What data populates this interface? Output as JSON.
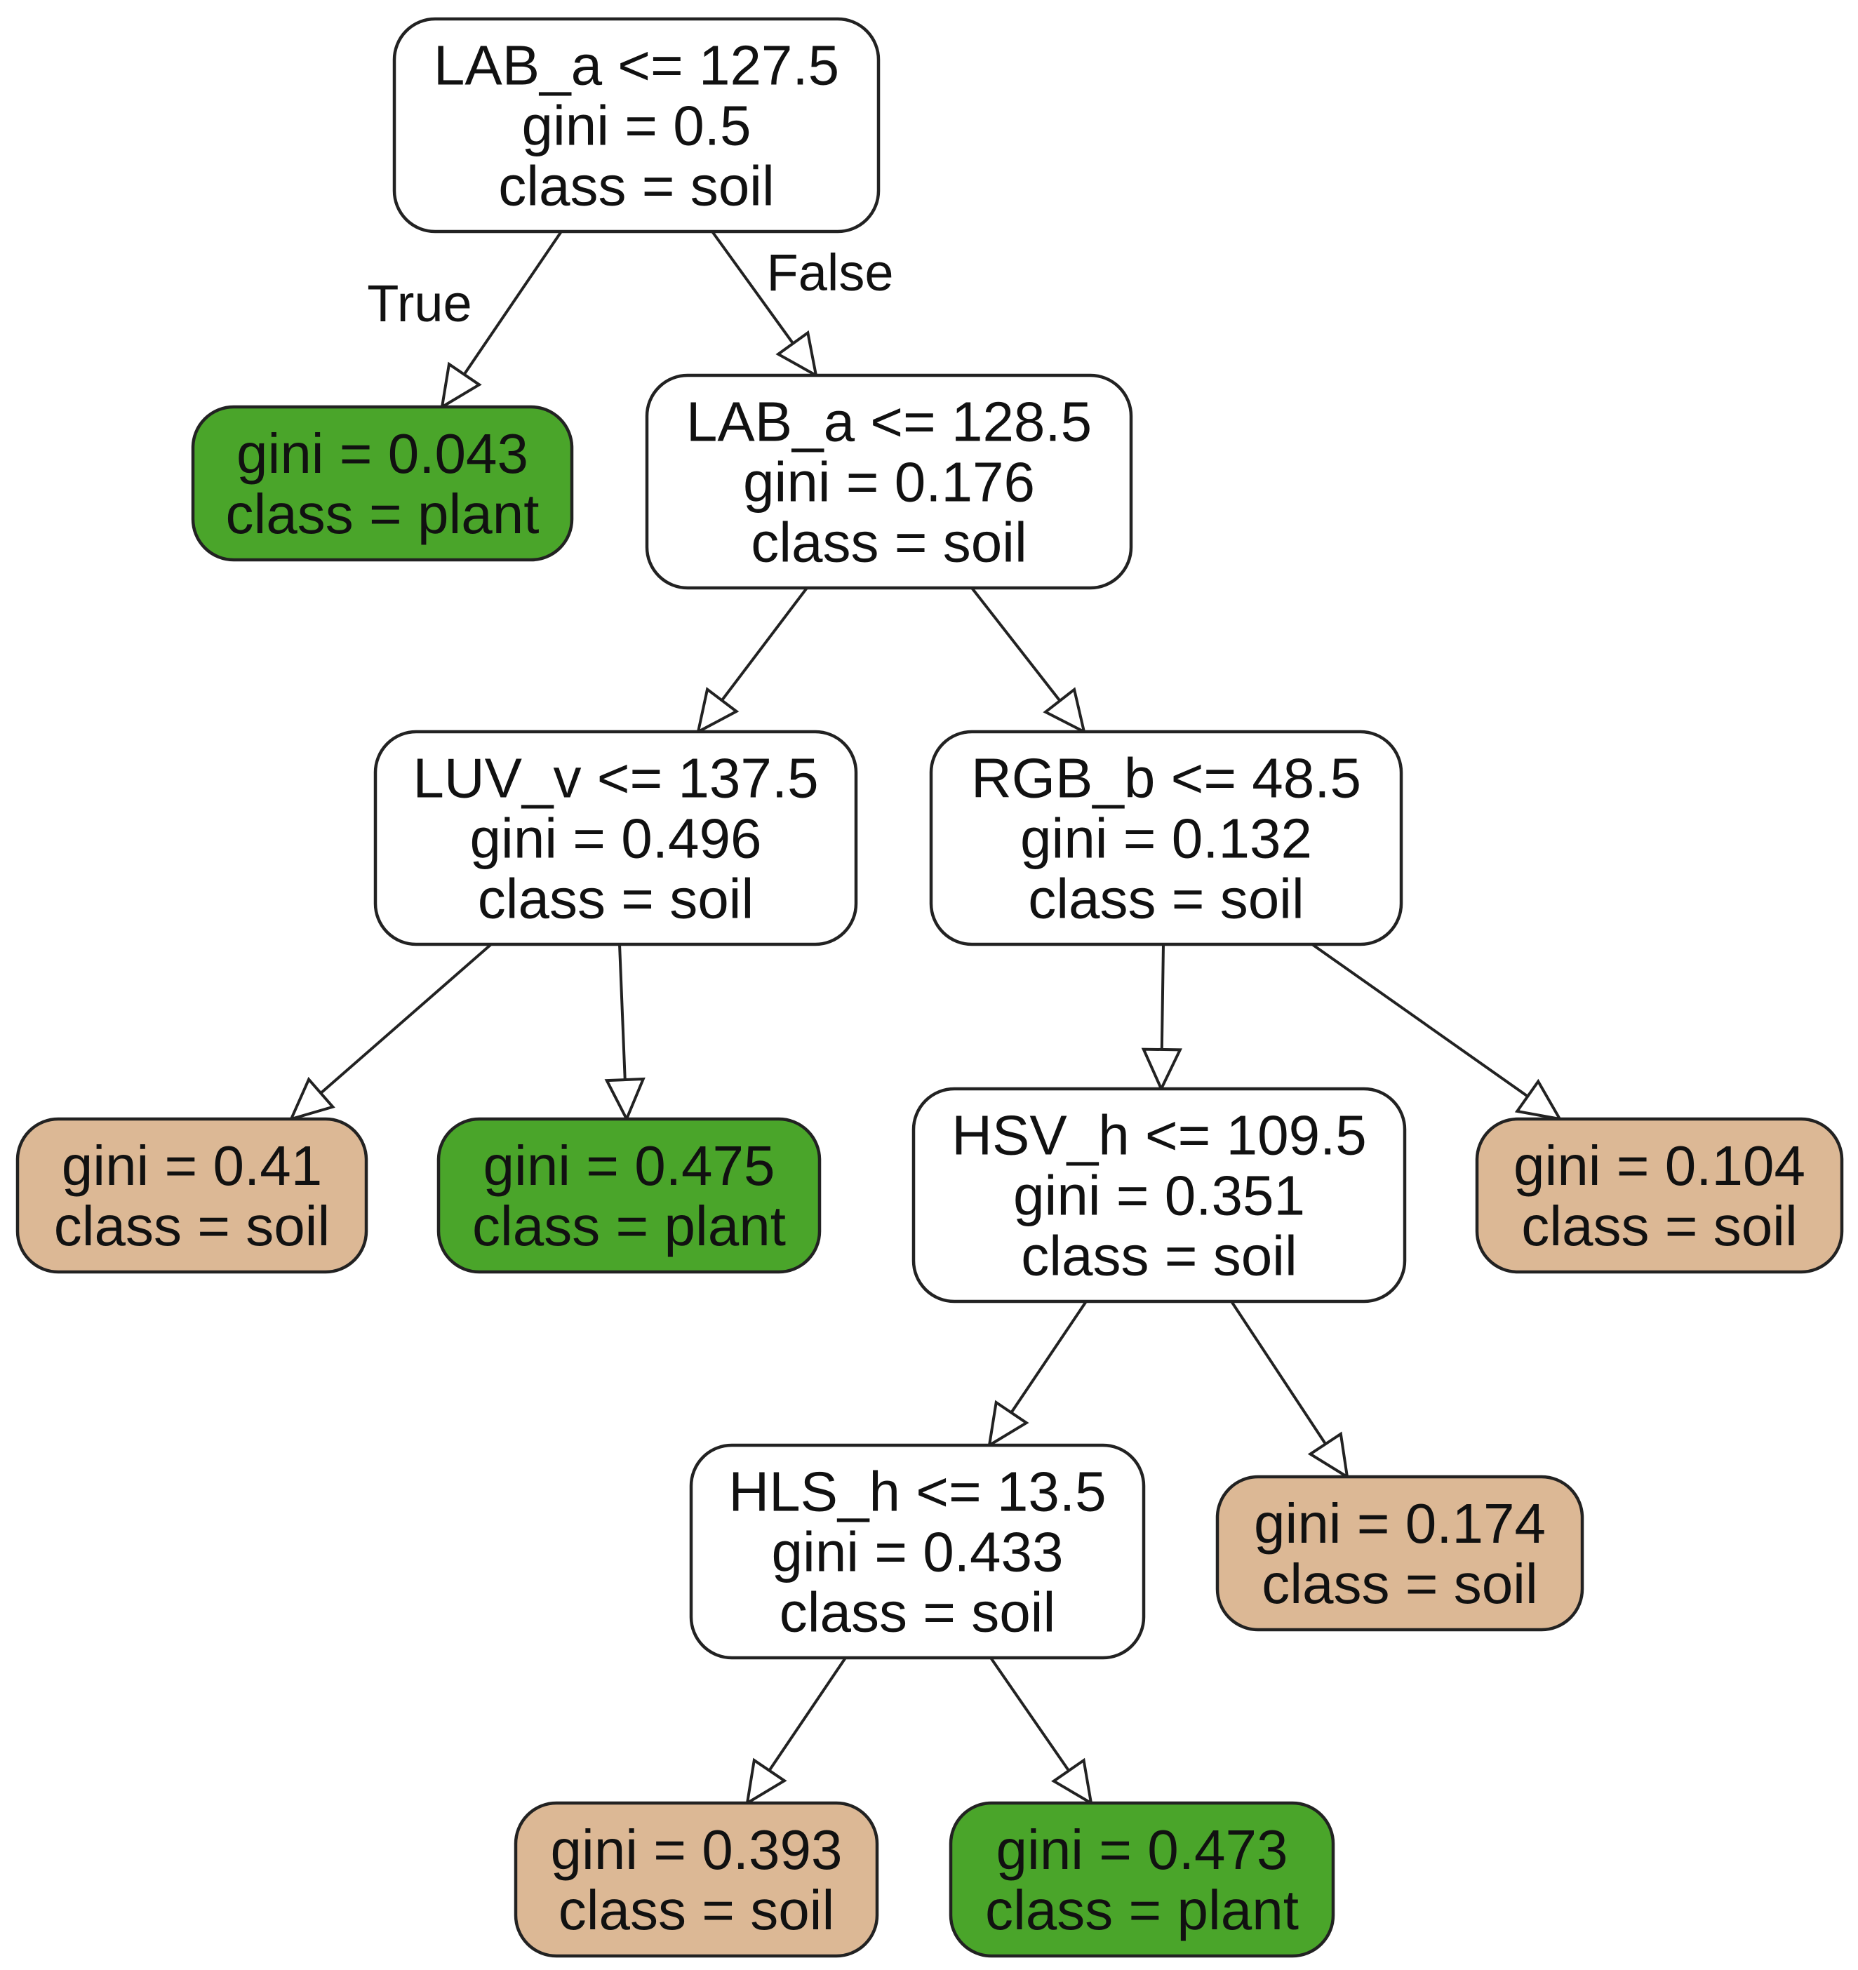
{
  "colors": {
    "split": "#ffffff",
    "plant": "#4aa52a",
    "soil": "#dcb895"
  },
  "nodes": [
    {
      "id": "n0",
      "kind": "split",
      "lines": [
        "LAB_a <= 127.5",
        "gini = 0.5",
        "class = soil"
      ]
    },
    {
      "id": "n1",
      "kind": "plant",
      "lines": [
        "gini = 0.043",
        "class = plant"
      ]
    },
    {
      "id": "n2",
      "kind": "split",
      "lines": [
        "LAB_a <= 128.5",
        "gini = 0.176",
        "class = soil"
      ]
    },
    {
      "id": "n3",
      "kind": "split",
      "lines": [
        "LUV_v <= 137.5",
        "gini = 0.496",
        "class = soil"
      ]
    },
    {
      "id": "n4",
      "kind": "split",
      "lines": [
        "RGB_b <= 48.5",
        "gini = 0.132",
        "class = soil"
      ]
    },
    {
      "id": "n5",
      "kind": "soil",
      "lines": [
        "gini = 0.41",
        "class = soil"
      ]
    },
    {
      "id": "n6",
      "kind": "plant",
      "lines": [
        "gini = 0.475",
        "class = plant"
      ]
    },
    {
      "id": "n7",
      "kind": "split",
      "lines": [
        "HSV_h <= 109.5",
        "gini = 0.351",
        "class = soil"
      ]
    },
    {
      "id": "n8",
      "kind": "soil",
      "lines": [
        "gini = 0.104",
        "class = soil"
      ]
    },
    {
      "id": "n9",
      "kind": "split",
      "lines": [
        "HLS_h <= 13.5",
        "gini = 0.433",
        "class = soil"
      ]
    },
    {
      "id": "n10",
      "kind": "soil",
      "lines": [
        "gini = 0.174",
        "class = soil"
      ]
    },
    {
      "id": "n11",
      "kind": "soil",
      "lines": [
        "gini = 0.393",
        "class = soil"
      ]
    },
    {
      "id": "n12",
      "kind": "plant",
      "lines": [
        "gini = 0.473",
        "class = plant"
      ]
    }
  ],
  "edges": [
    {
      "from": "n0",
      "to": "n1",
      "label": "True"
    },
    {
      "from": "n0",
      "to": "n2",
      "label": "False"
    },
    {
      "from": "n2",
      "to": "n3"
    },
    {
      "from": "n2",
      "to": "n4"
    },
    {
      "from": "n3",
      "to": "n5"
    },
    {
      "from": "n3",
      "to": "n6"
    },
    {
      "from": "n4",
      "to": "n7"
    },
    {
      "from": "n4",
      "to": "n8"
    },
    {
      "from": "n7",
      "to": "n9"
    },
    {
      "from": "n7",
      "to": "n10"
    },
    {
      "from": "n9",
      "to": "n11"
    },
    {
      "from": "n9",
      "to": "n12"
    }
  ]
}
